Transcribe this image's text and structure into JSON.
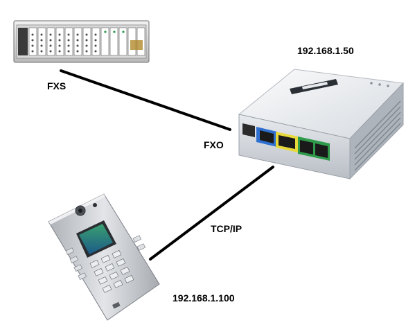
{
  "labels": {
    "fxs": "FXS",
    "fxo": "FXO",
    "tcpip": "TCP/IP",
    "gateway_ip": "192.168.1.50",
    "doorphone_ip": "192.168.1.100"
  },
  "colors": {
    "connection_line": "#000000",
    "gateway_body": "#eef0f3",
    "gateway_port_blue": "#2f6fd0",
    "gateway_port_yellow": "#e8d93a",
    "gateway_port_green": "#2e9a4a",
    "doorphone_body": "#c9ccd0",
    "doorphone_screen": "#2a8a5a"
  }
}
